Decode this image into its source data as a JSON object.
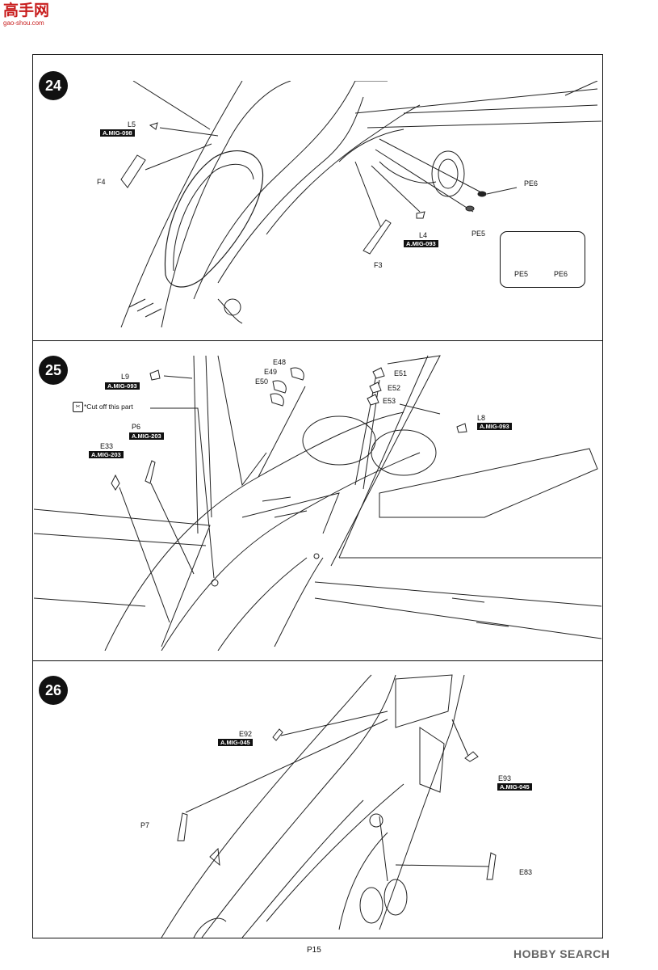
{
  "watermark": {
    "cn_text": "高手网",
    "url_text": "gao-shou.com"
  },
  "steps": [
    {
      "number": "24"
    },
    {
      "number": "25"
    },
    {
      "number": "26"
    }
  ],
  "step24": {
    "parts": [
      {
        "part": "L5",
        "ref": "A.MIG-098"
      },
      {
        "part": "F4"
      },
      {
        "part": "L4",
        "ref": "A.MIG-093"
      },
      {
        "part": "F3"
      },
      {
        "part": "PE6"
      },
      {
        "part": "PE5"
      }
    ],
    "legend": {
      "a": "PE5",
      "b": "PE6"
    }
  },
  "step25": {
    "parts": [
      {
        "part": "L9",
        "ref": "A.MIG-093"
      },
      {
        "part": "E48"
      },
      {
        "part": "E49"
      },
      {
        "part": "E50"
      },
      {
        "part": "E51"
      },
      {
        "part": "E52"
      },
      {
        "part": "E53"
      },
      {
        "part": "L8",
        "ref": "A.MIG-093"
      },
      {
        "part": "P6",
        "ref": "A.MIG-203"
      },
      {
        "part": "E33",
        "ref": "A.MIG-203"
      }
    ],
    "cut_note": "*Cut off this part"
  },
  "step26": {
    "parts": [
      {
        "part": "E92",
        "ref": "A.MIG-045"
      },
      {
        "part": "E93",
        "ref": "A.MIG-045"
      },
      {
        "part": "P7"
      },
      {
        "part": "E83"
      }
    ]
  },
  "footer": {
    "page": "P15",
    "brand": "HOBBY SEARCH"
  }
}
